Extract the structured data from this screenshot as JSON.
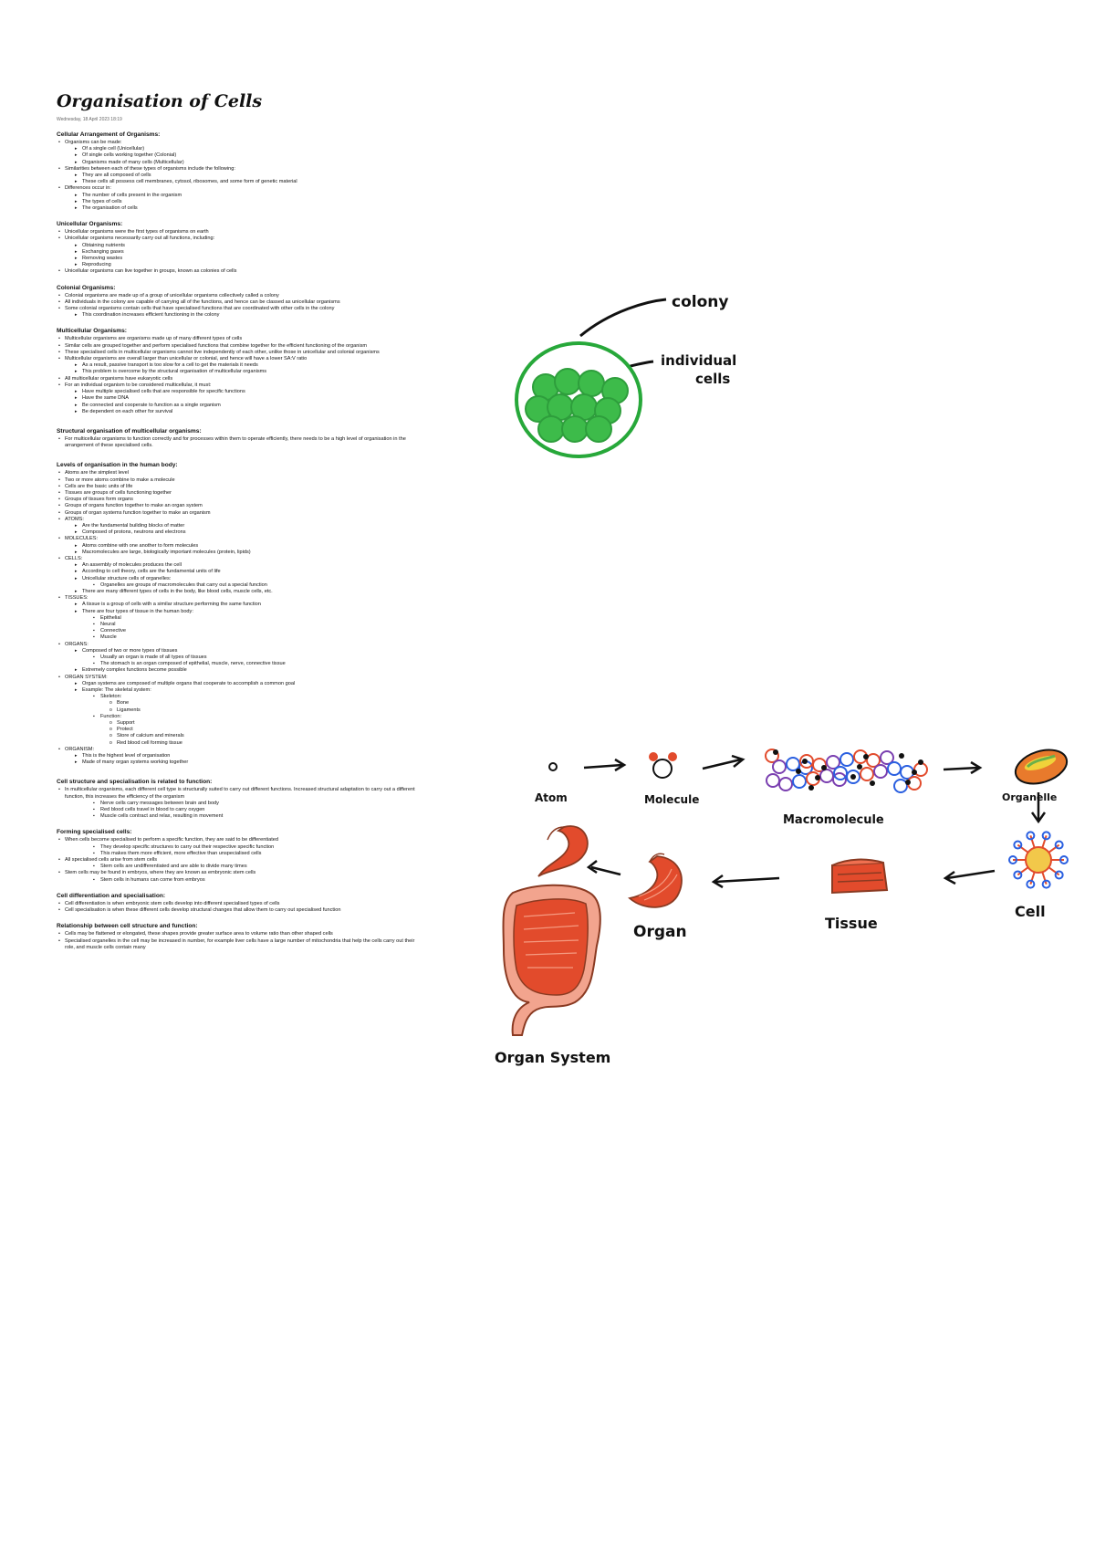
{
  "document": {
    "title": "Organisation of Cells",
    "meta": "Wednesday, 18 April 2023    18:19",
    "sections": [
      {
        "heading": "Cellular Arrangement of Organisms:",
        "items": [
          {
            "level": 1,
            "text": "Organisms can be made:"
          },
          {
            "level": 2,
            "text": "Of a single cell (Unicellular)"
          },
          {
            "level": 2,
            "text": "Of single cells working together (Colonial)"
          },
          {
            "level": 2,
            "text": "Organisms made of many cells (Multicellular)"
          },
          {
            "level": 1,
            "text": "Similarities between each of these types of organisms include the following:"
          },
          {
            "level": 2,
            "text": "They are all composed of cells"
          },
          {
            "level": 2,
            "text": "These cells all possess cell membranes, cytosol, ribosomes, and some form of genetic material"
          },
          {
            "level": 1,
            "text": "Differences occur in:"
          },
          {
            "level": 2,
            "text": "The number of cells present in the organism"
          },
          {
            "level": 2,
            "text": "The types of cells"
          },
          {
            "level": 2,
            "text": "The organisation of cells"
          }
        ]
      },
      {
        "heading": "Unicellular Organisms:",
        "items": [
          {
            "level": 1,
            "text": "Unicellular organisms were the first types of organisms on earth"
          },
          {
            "level": 1,
            "text": "Unicellular organisms necessarily carry out all functions, including:"
          },
          {
            "level": 2,
            "text": "Obtaining nutrients"
          },
          {
            "level": 2,
            "text": "Exchanging gases"
          },
          {
            "level": 2,
            "text": "Removing wastes"
          },
          {
            "level": 2,
            "text": "Reproducing"
          },
          {
            "level": 1,
            "text": "Unicellular organisms can live together in groups, known as colonies of cells"
          }
        ]
      },
      {
        "heading": "Colonial Organisms:",
        "items": [
          {
            "level": 1,
            "text": "Colonial organisms are made up of a group of unicellular organisms collectively called a colony"
          },
          {
            "level": 1,
            "text": "All individuals in the colony are capable of carrying all of the functions, and hence can be classed as unicellular organisms"
          },
          {
            "level": 1,
            "text": "Some colonial organisms contain cells that have specialised functions that are coordinated with other cells in the colony"
          },
          {
            "level": 2,
            "text": "This coordination increases efficient functioning in the colony"
          }
        ]
      },
      {
        "heading": "Multicellular Organisms:",
        "items": [
          {
            "level": 1,
            "text": "Multicellular organisms are organisms made up of many different types of cells"
          },
          {
            "level": 1,
            "text": "Similar cells are grouped together and perform specialised functions that combine together for the efficient functioning of the organism"
          },
          {
            "level": 1,
            "text": "These specialised cells in multicellular organisms cannot live independently of each other, unlike those in unicellular and colonial organisms"
          },
          {
            "level": 1,
            "text": "Multicellular organisms are overall larger than unicellular or colonial, and hence will have a lower SA:V ratio"
          },
          {
            "level": 2,
            "text": "As a result, passive transport is too slow for a cell to get the materials it needs"
          },
          {
            "level": 2,
            "text": "This problem is overcome by the structural organisation of multicellular organisms"
          },
          {
            "level": 1,
            "text": "All multicellular organisms have eukaryotic cells"
          },
          {
            "level": 1,
            "text": "For an individual organism to be considered multicellular, it must:"
          },
          {
            "level": 2,
            "text": "Have multiple specialised cells that are responsible for specific functions"
          },
          {
            "level": 2,
            "text": "Have the same DNA"
          },
          {
            "level": 2,
            "text": "Be connected and cooperate to function as a single organism"
          },
          {
            "level": 2,
            "text": "Be dependent on each other for survival"
          }
        ]
      },
      {
        "heading": "Structural organisation of multicellular organisms:",
        "gap": 14,
        "items": [
          {
            "level": 1,
            "text": "For multicellular organisms to function correctly and for processes within them to operate efficiently, there needs to be a high level of organisation in the arrangement of these specialised cells."
          }
        ]
      },
      {
        "heading": "Levels of organisation in the human body:",
        "gap": 14,
        "items": [
          {
            "level": 1,
            "text": "Atoms are the simplest level"
          },
          {
            "level": 1,
            "text": "Two or more atoms combine to make a molecule"
          },
          {
            "level": 1,
            "text": "Cells are the basic units of life"
          },
          {
            "level": 1,
            "text": "Tissues are groups of cells functioning together"
          },
          {
            "level": 1,
            "text": "Groups of tissues form organs"
          },
          {
            "level": 1,
            "text": "Groups of organs function together to make an organ system"
          },
          {
            "level": 1,
            "text": "Groups of organ systems function together to make an organism"
          },
          {
            "level": 1,
            "text": "ATOMS:"
          },
          {
            "level": 2,
            "text": "Are the fundamental building blocks of matter"
          },
          {
            "level": 2,
            "text": "Composed of protons, neutrons and electrons"
          },
          {
            "level": 1,
            "text": "MOLECULES:"
          },
          {
            "level": 2,
            "text": "Atoms combine with one another to form molecules"
          },
          {
            "level": 2,
            "text": "Macromolecules are large, biologically important molecules (protein, lipids)"
          },
          {
            "level": 1,
            "text": "CELLS:"
          },
          {
            "level": 2,
            "text": "An assembly of molecules produces the cell"
          },
          {
            "level": 2,
            "text": "According to cell theory, cells are the fundamental units of life"
          },
          {
            "level": 2,
            "text": "Unicellular structure cells of organelles:"
          },
          {
            "level": 3,
            "text": "Organelles are groups of macromolecules that carry out a special function"
          },
          {
            "level": 2,
            "text": "There are many different types of cells in the body, like blood cells, muscle cells, etc."
          },
          {
            "level": 1,
            "text": "TISSUES:"
          },
          {
            "level": 2,
            "text": "A tissue is a group of cells with a similar structure performing the same function"
          },
          {
            "level": 2,
            "text": "There are four types of tissue in the human body:"
          },
          {
            "level": 3,
            "text": "Epithelial"
          },
          {
            "level": 3,
            "text": "Neural"
          },
          {
            "level": 3,
            "text": "Connective"
          },
          {
            "level": 3,
            "text": "Muscle"
          },
          {
            "level": 1,
            "text": "ORGANS:"
          },
          {
            "level": 2,
            "text": "Composed of two or more types of tissues"
          },
          {
            "level": 3,
            "text": "Usually an organ is made of all types of tissues"
          },
          {
            "level": 3,
            "text": "The stomach is an organ composed of epithelial, muscle, nerve, connective tissue"
          },
          {
            "level": 2,
            "text": "Extremely complex functions become possible"
          },
          {
            "level": 1,
            "text": "ORGAN SYSTEM:"
          },
          {
            "level": 2,
            "text": "Organ systems are composed of multiple organs that cooperate to accomplish a common goal"
          },
          {
            "level": 2,
            "text": "Example: The skeletal system:"
          },
          {
            "level": 3,
            "text": "Skeleton:"
          },
          {
            "level": 4,
            "text": "Bone"
          },
          {
            "level": 4,
            "text": "Ligaments"
          },
          {
            "level": 3,
            "text": "Function:"
          },
          {
            "level": 4,
            "text": "Support"
          },
          {
            "level": 4,
            "text": "Protect"
          },
          {
            "level": 4,
            "text": "Store of calcium and minerals"
          },
          {
            "level": 4,
            "text": "Red blood cell forming tissue"
          },
          {
            "level": 1,
            "text": "ORGANISM:"
          },
          {
            "level": 2,
            "text": "This is the highest level of organisation"
          },
          {
            "level": 2,
            "text": "Made of many organ systems working together"
          }
        ]
      },
      {
        "heading": "Cell structure and specialisation is related to function:",
        "gap": 14,
        "items": [
          {
            "level": 1,
            "text": "In multicellular organisms, each different cell type is structurally suited to carry out different functions. Increased structural adaptation to carry out a different function, this increases the efficiency of the organism"
          },
          {
            "level": 3,
            "text": "Nerve cells carry messages between brain and body"
          },
          {
            "level": 3,
            "text": "Red blood cells travel in blood to carry oxygen"
          },
          {
            "level": 3,
            "text": "Muscle cells contract and relax, resulting in movement"
          }
        ]
      },
      {
        "heading": "Forming specialised cells:",
        "items": [
          {
            "level": 1,
            "text": "When cells become specialised to perform a specific function, they are said to be differentiated"
          },
          {
            "level": 3,
            "text": "They develop specific structures to carry out their respective specific function"
          },
          {
            "level": 3,
            "text": "This makes them more efficient, more effective than unspecialised cells"
          },
          {
            "level": 1,
            "text": "All specialised cells arise from stem cells"
          },
          {
            "level": 3,
            "text": "Stem cells are undifferentiated and are able to divide many times"
          },
          {
            "level": 1,
            "text": "Stem cells may be found in embryos, where they are known as embryonic stem cells"
          },
          {
            "level": 3,
            "text": "Stem cells in humans can come from embryos"
          }
        ]
      },
      {
        "heading": "Cell differentiation and specialisation:",
        "items": [
          {
            "level": 1,
            "text": "Cell differentiation is when embryonic stem cells develop into different specialised types of cells"
          },
          {
            "level": 1,
            "text": "Cell specialisation is when these different cells develop structural changes that allow them to carry out specialised function"
          }
        ]
      },
      {
        "heading": "Relationship between cell structure and function:",
        "items": [
          {
            "level": 1,
            "text": "Cells may be flattened or elongated, these shapes provide greater surface area to volume ratio than other shaped cells"
          },
          {
            "level": 1,
            "text": "Specialised organelles in the cell may be increased in number, for example liver cells have a large number of mitochondria that help the cells carry out their role, and muscle cells contain many"
          }
        ]
      }
    ]
  },
  "colony_diagram": {
    "label_colony": "colony",
    "label_individual_line1": "individual",
    "label_individual_line2": "cells",
    "colors": {
      "outline": "#27a83a",
      "fill": "#3dbb4a",
      "cell": "#2e9e3c"
    }
  },
  "organisation_diagram": {
    "labels": {
      "atom": "Atom",
      "molecule": "Molecule",
      "macromolecule": "Macromolecule",
      "organelle": "Organelle",
      "cell": "Cell",
      "tissue": "Tissue",
      "organ": "Organ",
      "organ_system": "Organ System"
    },
    "colors": {
      "organ": "#e24b2c",
      "organ_dark": "#8a3a22",
      "ink": "#111111",
      "blue": "#2a5fe0",
      "purple": "#7a3fb0"
    }
  }
}
